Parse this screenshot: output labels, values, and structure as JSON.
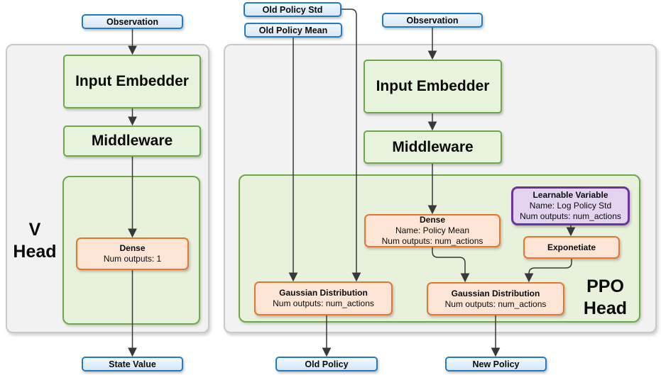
{
  "v_head": {
    "label_lines": [
      "V",
      "Head"
    ],
    "observation": "Observation",
    "input_embedder": "Input Embedder",
    "middleware": "Middleware",
    "dense": {
      "title": "Dense",
      "outputs": "Num outputs: 1"
    },
    "state_value": "State Value"
  },
  "ppo_head": {
    "label_lines": [
      "PPO",
      "Head"
    ],
    "old_policy_std": "Old Policy Std",
    "old_policy_mean": "Old Policy Mean",
    "observation": "Observation",
    "input_embedder": "Input Embedder",
    "middleware": "Middleware",
    "dense": {
      "title": "Dense",
      "name": "Name: Policy Mean",
      "outputs": "Num outputs: num_actions"
    },
    "learnable_variable": {
      "title": "Learnable Variable",
      "name": "Name: Log Policy Std",
      "outputs": "Num outputs: num_actions"
    },
    "exponetiate": "Exponetiate",
    "gaussian_old": {
      "title": "Gaussian Distribution",
      "outputs": "Num outputs: num_actions"
    },
    "gaussian_new": {
      "title": "Gaussian Distribution",
      "outputs": "Num outputs: num_actions"
    },
    "old_policy": "Old Policy",
    "new_policy": "New Policy"
  },
  "colors": {
    "blue_border": "#1f7cc4",
    "blue_fill": "#d7e7f8",
    "green_border": "#6aaa47",
    "green_fill": "#e8f3dd",
    "orange_border": "#e8762a",
    "orange_fill": "#fce5d4",
    "purple_border": "#7030a0",
    "purple_fill": "#e2d4f0",
    "panel_fill": "#f2f2f2",
    "panel_border": "#c9c9c9",
    "arrow": "#383838"
  }
}
